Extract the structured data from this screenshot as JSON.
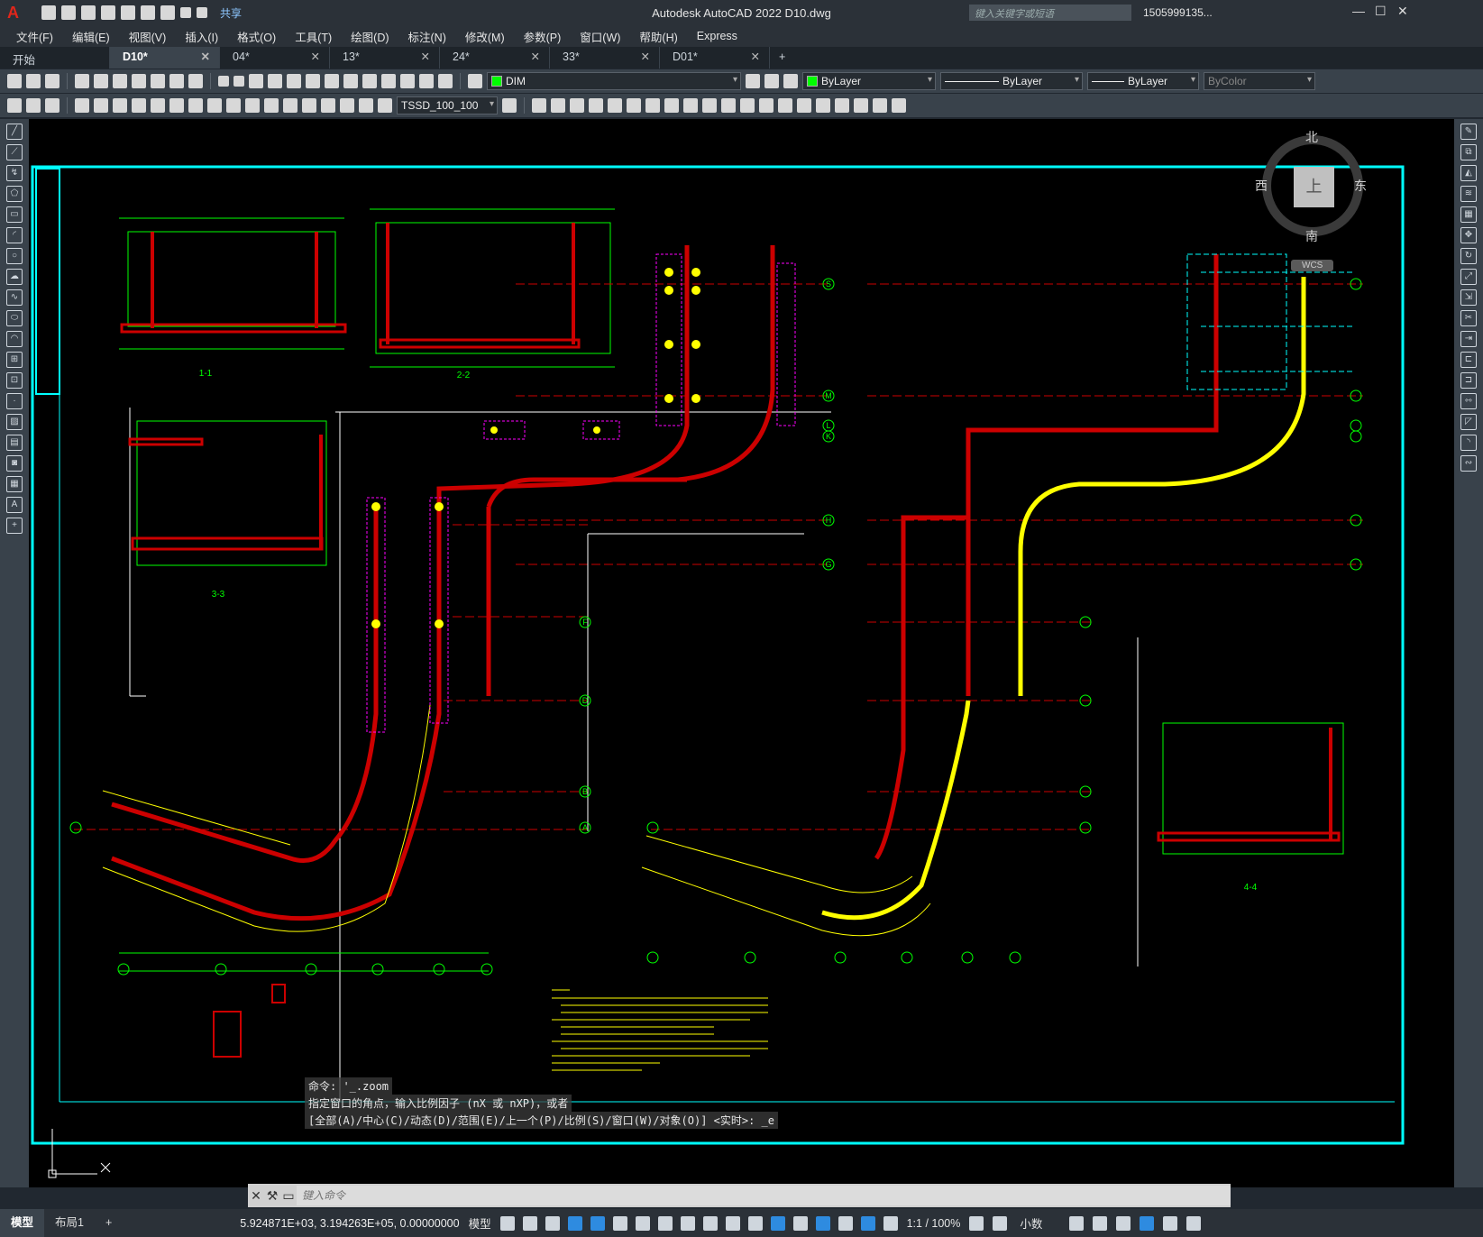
{
  "titlebar": {
    "app_title": "Autodesk AutoCAD 2022    D10.dwg",
    "share_label": "共享",
    "search_placeholder": "键入关键字或短语",
    "user": "1505999135..."
  },
  "menu": [
    "文件(F)",
    "编辑(E)",
    "视图(V)",
    "插入(I)",
    "格式(O)",
    "工具(T)",
    "绘图(D)",
    "标注(N)",
    "修改(M)",
    "参数(P)",
    "窗口(W)",
    "帮助(H)",
    "Express"
  ],
  "tabs": [
    {
      "label": "开始",
      "active": false,
      "closable": false
    },
    {
      "label": "D10*",
      "active": true,
      "closable": true
    },
    {
      "label": "04*",
      "active": false,
      "closable": true
    },
    {
      "label": "13*",
      "active": false,
      "closable": true
    },
    {
      "label": "24*",
      "active": false,
      "closable": true
    },
    {
      "label": "33*",
      "active": false,
      "closable": true
    },
    {
      "label": "D01*",
      "active": false,
      "closable": true
    }
  ],
  "toolbar": {
    "layer": "DIM",
    "color": "ByLayer",
    "linetype": "ByLayer",
    "lineweight": "ByLayer",
    "plotstyle": "ByColor",
    "dimstyle": "TSSD_100_100"
  },
  "viewcube": {
    "north": "北",
    "south": "南",
    "east": "东",
    "west": "西",
    "top": "上",
    "wcs": "WCS"
  },
  "drawing": {
    "section_labels": [
      "1-1",
      "2-2",
      "3-3",
      "4-4"
    ],
    "axis_labels": [
      "S",
      "M",
      "L",
      "K",
      "H",
      "G",
      "F",
      "D",
      "B",
      "A"
    ]
  },
  "command": {
    "history": [
      "命令: '_.zoom",
      "指定窗口的角点，输入比例因子 (nX 或 nXP)，或者",
      "[全部(A)/中心(C)/动态(D)/范围(E)/上一个(P)/比例(S)/窗口(W)/对象(O)] <实时>: _e"
    ],
    "placeholder": "键入命令"
  },
  "status": {
    "model_tab": "模型",
    "layout_tab": "布局1",
    "coords": "5.924871E+03, 3.194263E+05, 0.00000000",
    "space": "模型",
    "scale": "1:1 / 100%",
    "units": "小数"
  },
  "colors": {
    "accent": "#2e8be0",
    "cyan": "#00ffff",
    "green": "#00ff00",
    "red": "#cc0000",
    "yellow": "#ffff00",
    "magenta": "#ff00ff"
  }
}
